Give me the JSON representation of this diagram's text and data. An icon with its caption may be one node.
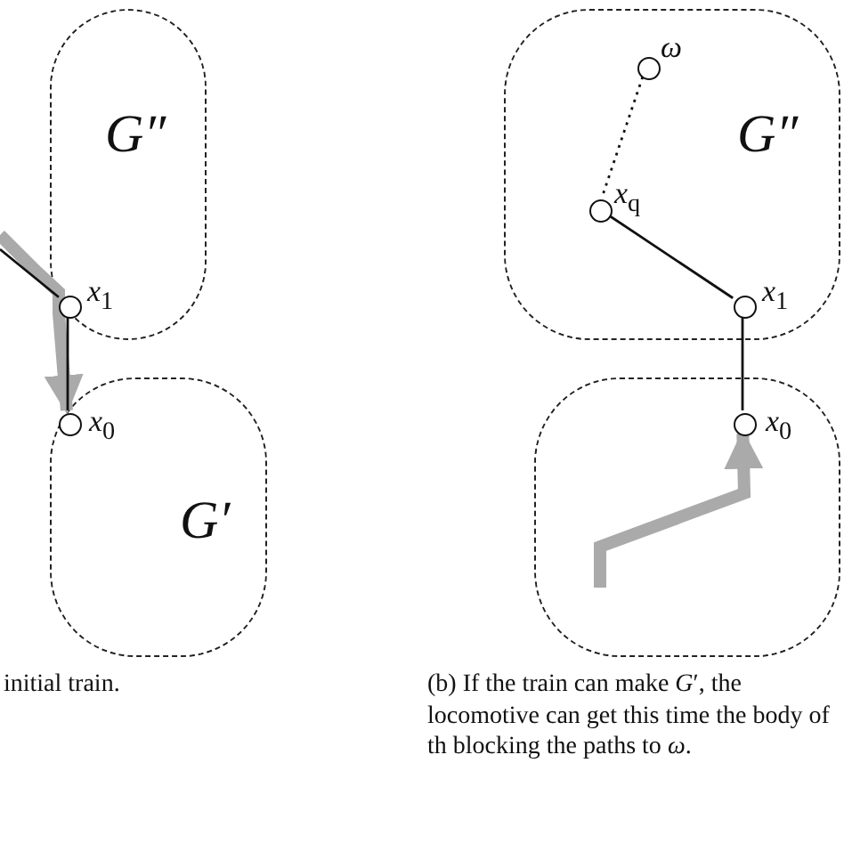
{
  "diagram": {
    "nodes": [
      {
        "text": [
          "G″"
        ]
      },
      {
        "text": [],
        "shape": "circle",
        "in": 0,
        "beside": [
          "*x*$_{1}$"
        ]
      },
      {
        "text": [
          "G′"
        ]
      },
      {
        "text": [],
        "shape": "circle",
        "in": 2,
        "beside": [
          "*x*$_{0}$"
        ]
      },
      {
        "text": [
          "G″"
        ]
      },
      {
        "text": [],
        "shape": "circle",
        "in": 4,
        "beside": [
          "*ω*"
        ]
      },
      {
        "text": [],
        "shape": "circle",
        "in": 4,
        "beside": [
          "*x*$_{q}$"
        ]
      },
      {
        "text": [],
        "shape": "circle",
        "in": 4,
        "beside": [
          "*x*$_{1}$"
        ]
      },
      {
        "text": [],
        "shape": "box"
      },
      {
        "text": [],
        "shape": "circle",
        "in": 8,
        "beside": [
          "*x*$_{0}$"
        ]
      }
    ],
    "edges": [
      {
        "from": null,
        "to": 1,
        "arrow": "none"
      },
      {
        "from": 1,
        "to": 3,
        "arrow": "none"
      },
      {
        "from": null,
        "to": 3,
        "arrow": "to",
        "style": "thick",
        "color": "#aaaaaa"
      },
      {
        "from": 5,
        "to": 6,
        "arrow": "none",
        "style": "dashed"
      },
      {
        "from": 6,
        "to": 7,
        "arrow": "none"
      },
      {
        "from": 7,
        "to": 9,
        "arrow": "none"
      },
      {
        "from": null,
        "to": 9,
        "arrow": "to",
        "style": "thick",
        "color": "#aaaaaa"
      }
    ],
    "labels": [
      "initial train.",
      "(b) If the train can make *G*′, the locomotive can get this time the body of th blocking the paths to *ω*."
    ]
  }
}
